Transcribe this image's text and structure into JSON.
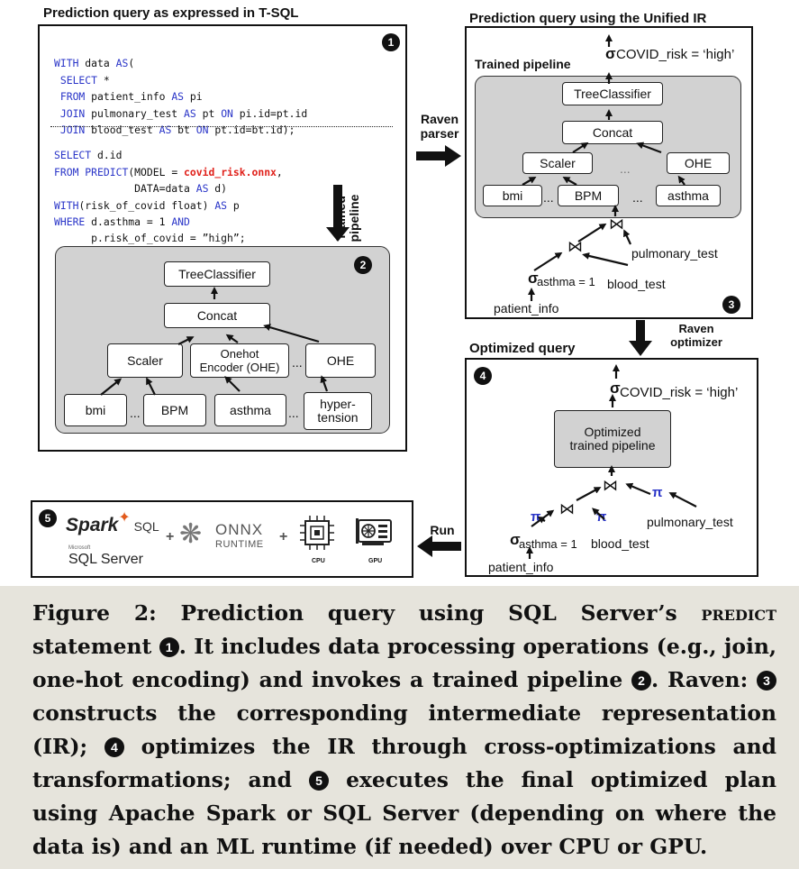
{
  "panel1": {
    "title": "Prediction query as expressed in T-SQL",
    "badge": "1",
    "code": {
      "line1": {
        "k1": "WITH",
        "t1": " data ",
        "k2": "AS",
        "t2": "("
      },
      "line2": {
        "k1": "SELECT",
        "t1": " *"
      },
      "line3": {
        "k1": "FROM",
        "t1": " patient_info ",
        "k2": "AS",
        "t2": " pi"
      },
      "line4": {
        "k1": "JOIN",
        "t1": " pulmonary_test ",
        "k2": "AS",
        "t2": " pt ",
        "k3": "ON",
        "t3": " pi.id=pt.id"
      },
      "line5": {
        "k1": "JOIN",
        "t1": " blood_test ",
        "k2": "AS",
        "t2": " bt ",
        "k3": "ON",
        "t3": " pt.id=bt.id);"
      },
      "line6": {
        "k1": "SELECT",
        "t1": " d.id"
      },
      "line7": {
        "k1": "FROM",
        "t1": " ",
        "k2": "PREDICT",
        "t2": "(MODEL = ",
        "model": "covid_risk.onnx",
        "t3": ","
      },
      "line8": {
        "t1": "DATA=data ",
        "k1": "AS",
        "t2": " d)"
      },
      "line9": {
        "k1": "WITH",
        "t1": "(risk_of_covid float) ",
        "k2": "AS",
        "t2": " p"
      },
      "line10": {
        "k1": "WHERE",
        "t1": " d.asthma = 1 ",
        "k2": "AND"
      },
      "line11": {
        "t1": "p.risk_of_covid = ”high”;"
      }
    },
    "side_label_line1": "Trained",
    "side_label_line2": "pipeline"
  },
  "panel2": {
    "badge": "2",
    "nodes": {
      "tree": "TreeClassifier",
      "concat": "Concat",
      "scaler": "Scaler",
      "onehot_line1": "Onehot",
      "onehot_line2": "Encoder (OHE)",
      "ohe": "OHE",
      "bmi": "bmi",
      "bpm": "BPM",
      "asthma": "asthma",
      "hyper_line1": "hyper-",
      "hyper_line2": "tension"
    },
    "ellipsis": "..."
  },
  "arrow_parser": {
    "line1": "Raven",
    "line2": "parser"
  },
  "panel3": {
    "title": "Prediction query using the Unified IR",
    "badge": "3",
    "sigma": "σ",
    "selection": "COVID_risk = ‘high’",
    "pipeline_label": "Trained pipeline",
    "nodes": {
      "tree": "TreeClassifier",
      "concat": "Concat",
      "scaler": "Scaler",
      "ohe": "OHE",
      "bmi": "bmi",
      "bpm": "BPM",
      "asthma": "asthma"
    },
    "ellipsis": "...",
    "join": "⋈",
    "pulmonary": "pulmonary_test",
    "asthma_sel": "asthma = 1",
    "blood": "blood_test",
    "patient": "patient_info"
  },
  "arrow_optimizer": {
    "line1": "Raven",
    "line2": "optimizer"
  },
  "panel4": {
    "title": "Optimized query",
    "badge": "4",
    "sigma": "σ",
    "selection": "COVID_risk = ‘high’",
    "pipeline_line1": "Optimized",
    "pipeline_line2": "trained pipeline",
    "join": "⋈",
    "pi": "π",
    "pulmonary": "pulmonary_test",
    "asthma_sel": "asthma = 1",
    "blood": "blood_test",
    "patient": "patient_info"
  },
  "arrow_run": {
    "label": "Run"
  },
  "panel5": {
    "badge": "5",
    "spark": "Spark",
    "spark_sql": "SQL",
    "microsoft": "Microsoft",
    "sqlserver": "SQL Server",
    "plus": "+",
    "onnx": "ONNX",
    "runtime": "RUNTIME",
    "cpu": "CPU",
    "gpu": "GPU"
  },
  "caption": {
    "p1": "Figure 2: Prediction query using SQL Server’s ",
    "predict": "predict",
    "p2": " statement ",
    "c1": "1",
    "p3": ". It includes data processing operations (e.g., join, one-hot encoding) and invokes a trained pipeline ",
    "c2": "2",
    "p4": ". Raven: ",
    "c3": "3",
    "p5": " constructs the corresponding intermediate representation (IR); ",
    "c4": "4",
    "p6": " optimizes the IR through cross-optimizations and transformations; and ",
    "c5": "5",
    "p7": " executes the final optimized plan using Apache Spark or SQL Server (depending on where the data is) and an ML runtime (if needed) over CPU or GPU."
  },
  "colors": {
    "keyword": "#2a35c8",
    "model": "#e0201a",
    "pi": "#2a35c8",
    "caption_bg": "#e6e4dc"
  }
}
